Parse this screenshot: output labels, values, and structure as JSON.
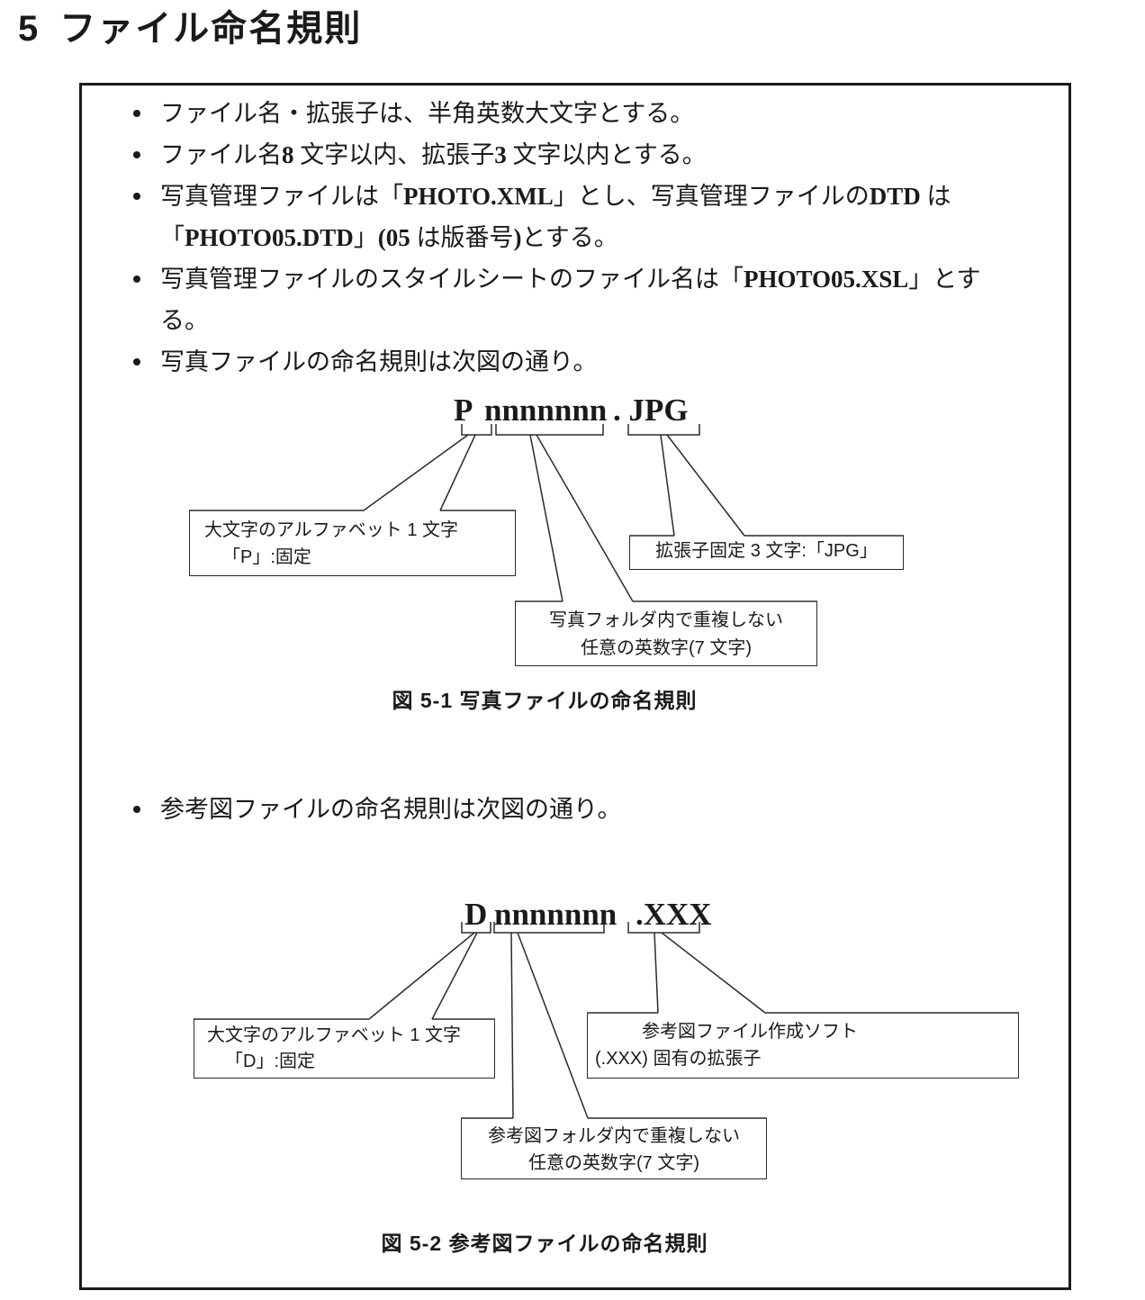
{
  "page": {
    "heading_number": "5",
    "heading_title": "ファイル命名規則",
    "ink_color": "#1a1a1a",
    "paper_color": "#ffffff"
  },
  "rules": {
    "rows": [
      {
        "text": "ファイル名・拡張子は、半角英数大文字とする。"
      },
      {
        "text": "ファイル名8 文字以内、拡張子3 文字以内とする。"
      },
      {
        "text": "写真管理ファイルは「PHOTO.XML」とし、写真管理ファイルのDTD は"
      },
      {
        "text": "「PHOTO05.DTD」(05 は版番号)とする。"
      },
      {
        "text": "写真管理ファイルのスタイルシートのファイル名は「PHOTO05.XSL」とす"
      },
      {
        "text": "る。"
      },
      {
        "text": "写真ファイルの命名規則は次図の通り。"
      }
    ],
    "second_intro": {
      "text": "参考図ファイルの命名規則は次図の通り。"
    }
  },
  "figure1": {
    "filename": {
      "prefix": "P",
      "body": "nnnnnnn",
      "ext": ". JPG"
    },
    "callout_prefix": {
      "line1": "大文字のアルファベット 1 文字",
      "line2": "「P」:固定"
    },
    "callout_body": {
      "line1": "写真フォルダ内で重複しない",
      "line2": "任意の英数字(7 文字)"
    },
    "callout_ext": {
      "line1": "拡張子固定 3 文字:「JPG」"
    },
    "caption": "図 5-1 写真ファイルの命名規則"
  },
  "figure2": {
    "filename": {
      "prefix": "D",
      "body": "nnnnnnn",
      "ext": ".XXX"
    },
    "callout_prefix": {
      "line1": "大文字のアルファベット 1 文字",
      "line2": "「D」:固定"
    },
    "callout_body": {
      "line1": "参考図フォルダ内で重複しない",
      "line2": "任意の英数字(7 文字)"
    },
    "callout_ext": {
      "line1": "参考図ファイル作成ソフト",
      "line2": "(.XXX) 固有の拡張子"
    },
    "caption": "図 5-2 参考図ファイルの命名規則"
  }
}
